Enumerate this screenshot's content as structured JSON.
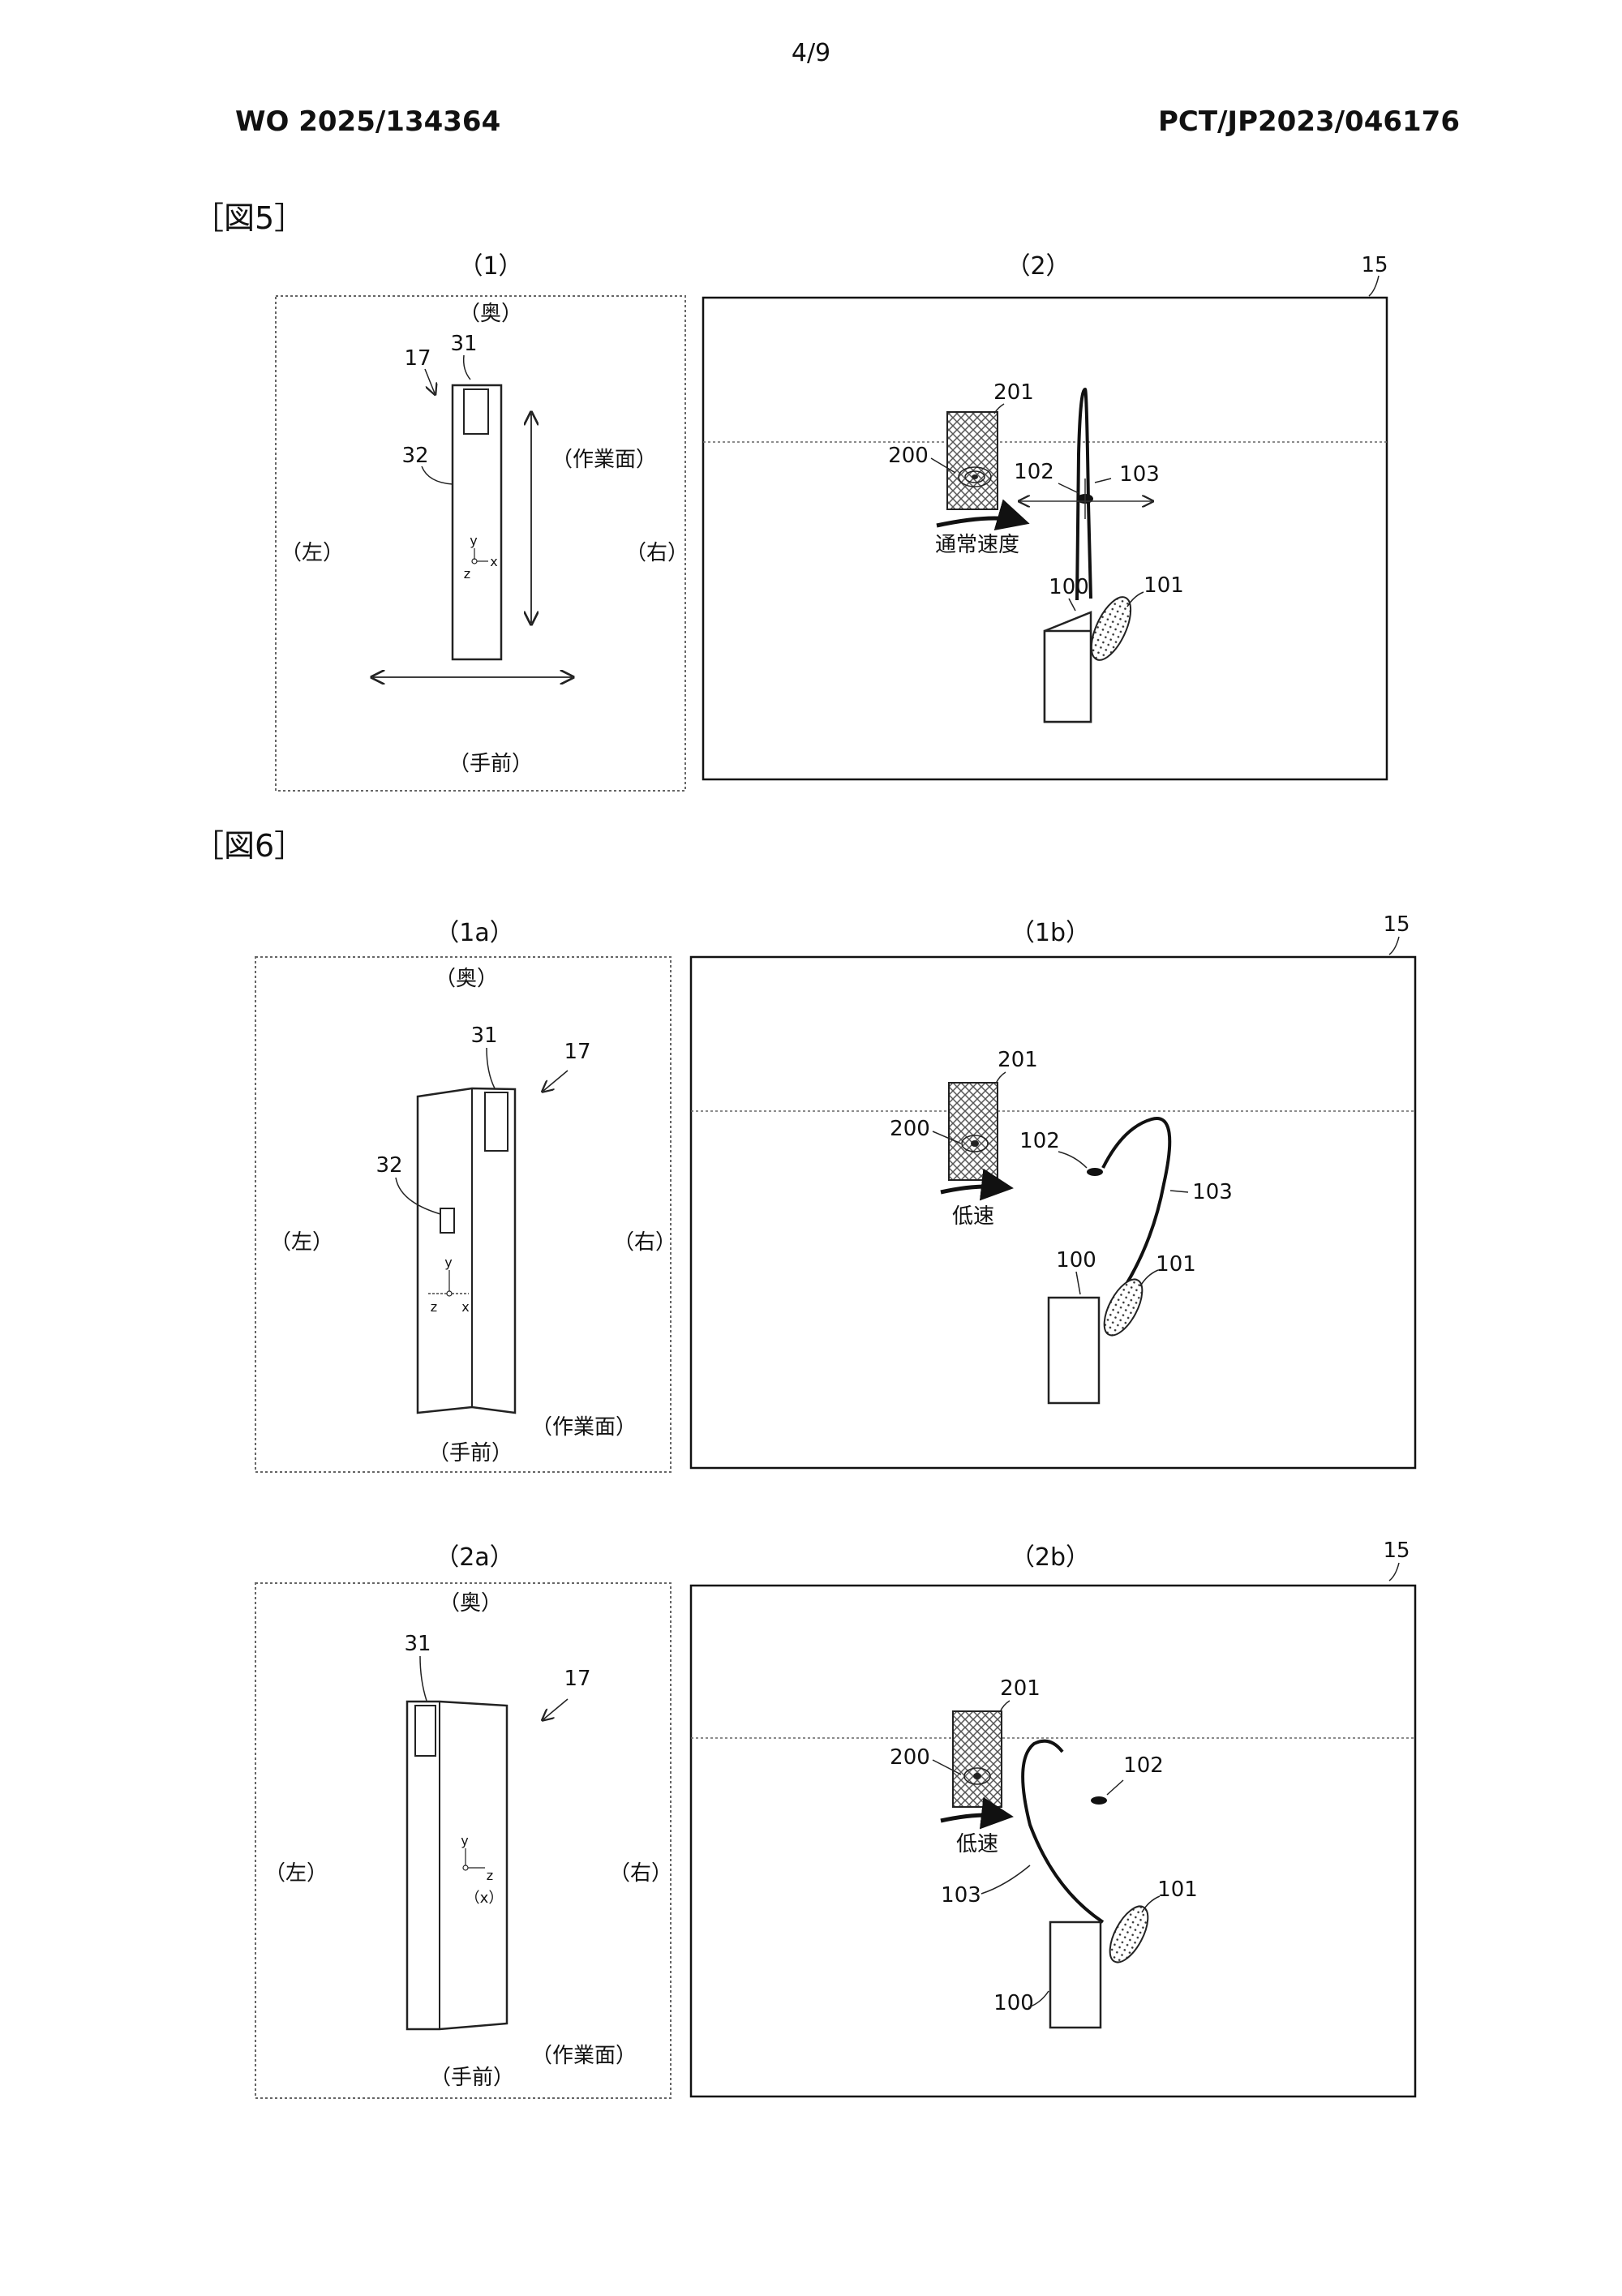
{
  "page": {
    "page_number": "4/9",
    "pub_number": "WO 2025/134364",
    "app_number": "PCT/JP2023/046176"
  },
  "fig5": {
    "label": "［図5］",
    "panel1_label": "（1）",
    "panel2_label": "（2）",
    "ref_15": "15",
    "back": "（奥）",
    "front": "（手前）",
    "left": "（左）",
    "right": "（右）",
    "work_surface": "（作業面）",
    "ref_17": "17",
    "ref_31": "31",
    "ref_32": "32",
    "axis_y": "y",
    "axis_z": "z",
    "axis_x": "x",
    "ref_200": "200",
    "ref_201": "201",
    "ref_102": "102",
    "ref_103": "103",
    "ref_100": "100",
    "ref_101": "101",
    "speed": "通常速度"
  },
  "fig6": {
    "label": "［図6］",
    "panel1a_label": "（1a）",
    "panel1b_label": "（1b）",
    "panel2a_label": "（2a）",
    "panel2b_label": "（2b）",
    "ref_15": "15",
    "back": "（奥）",
    "front": "（手前）",
    "left": "（左）",
    "right": "（右）",
    "work_surface": "（作業面）",
    "ref_17": "17",
    "ref_31": "31",
    "ref_32": "32",
    "axis_y": "y",
    "axis_z": "z",
    "axis_x": "x",
    "axis_x_paren": "（x）",
    "ref_200": "200",
    "ref_201": "201",
    "ref_102": "102",
    "ref_103": "103",
    "ref_100": "100",
    "ref_101": "101",
    "speed_low": "低速"
  }
}
